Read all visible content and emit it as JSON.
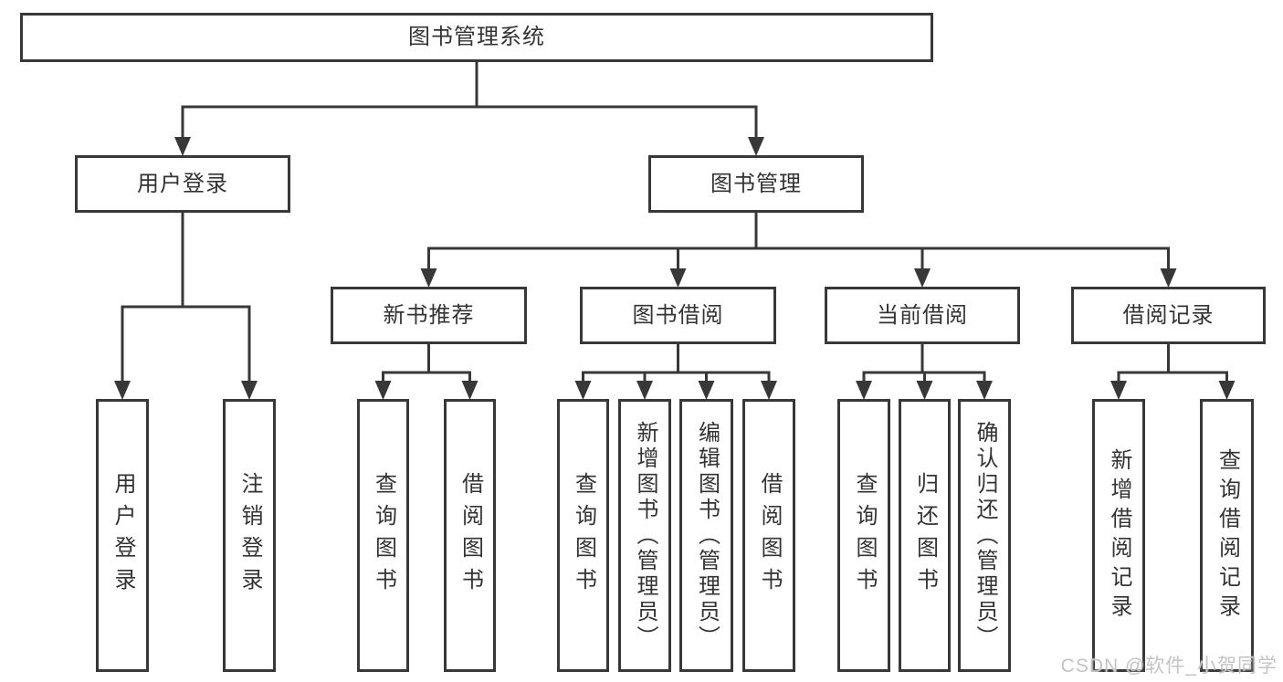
{
  "diagram": {
    "nodes": [
      {
        "id": "root",
        "parent": null,
        "orientation": "horizontal",
        "label": "图书管理系统"
      },
      {
        "id": "user-login",
        "parent": "root",
        "orientation": "horizontal",
        "label": "用户登录"
      },
      {
        "id": "book-mgmt",
        "parent": "root",
        "orientation": "horizontal",
        "label": "图书管理"
      },
      {
        "id": "login",
        "parent": "user-login",
        "orientation": "vertical",
        "label": "用户登录"
      },
      {
        "id": "logout",
        "parent": "user-login",
        "orientation": "vertical",
        "label": "注销登录"
      },
      {
        "id": "new-book-rec",
        "parent": "book-mgmt",
        "orientation": "horizontal",
        "label": "新书推荐"
      },
      {
        "id": "book-borrow",
        "parent": "book-mgmt",
        "orientation": "horizontal",
        "label": "图书借阅"
      },
      {
        "id": "current-borrow",
        "parent": "book-mgmt",
        "orientation": "horizontal",
        "label": "当前借阅"
      },
      {
        "id": "borrow-records",
        "parent": "book-mgmt",
        "orientation": "horizontal",
        "label": "借阅记录"
      },
      {
        "id": "rec-query-book",
        "parent": "new-book-rec",
        "orientation": "vertical",
        "label": "查询图书"
      },
      {
        "id": "rec-borrow-book",
        "parent": "new-book-rec",
        "orientation": "vertical",
        "label": "借阅图书"
      },
      {
        "id": "bb-query-book",
        "parent": "book-borrow",
        "orientation": "vertical",
        "label": "查询图书"
      },
      {
        "id": "bb-add-book",
        "parent": "book-borrow",
        "orientation": "vertical",
        "label": "新增图书（管理员）"
      },
      {
        "id": "bb-edit-book",
        "parent": "book-borrow",
        "orientation": "vertical",
        "label": "编辑图书（管理员）"
      },
      {
        "id": "bb-borrow-book",
        "parent": "book-borrow",
        "orientation": "vertical",
        "label": "借阅图书"
      },
      {
        "id": "cb-query-book",
        "parent": "current-borrow",
        "orientation": "vertical",
        "label": "查询图书"
      },
      {
        "id": "cb-return-book",
        "parent": "current-borrow",
        "orientation": "vertical",
        "label": "归还图书"
      },
      {
        "id": "cb-confirm-return",
        "parent": "current-borrow",
        "orientation": "vertical",
        "label": "确认归还（管理员）"
      },
      {
        "id": "br-add-record",
        "parent": "borrow-records",
        "orientation": "vertical",
        "label": "新增借阅记录"
      },
      {
        "id": "br-query-record",
        "parent": "borrow-records",
        "orientation": "vertical",
        "label": "查询借阅记录"
      }
    ]
  },
  "watermark": {
    "text": "CSDN @软件_小贺同学"
  },
  "colors": {
    "line": "#383838",
    "box_border": "#383838",
    "text": "#333333",
    "background": "#ffffff",
    "watermark": "#c3c3c3"
  }
}
